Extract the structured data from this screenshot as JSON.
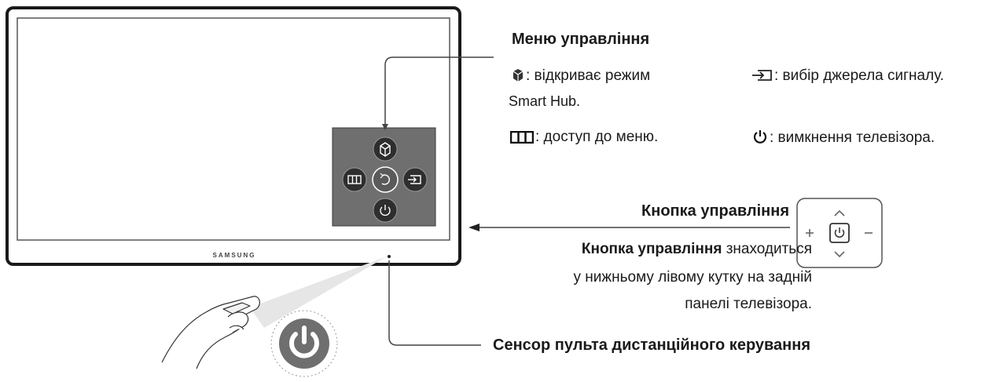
{
  "tv": {
    "brand": "SAMSUNG"
  },
  "control_menu": {
    "title": "Меню управління",
    "items": [
      {
        "icon": "smart-hub-icon",
        "text": ": відкриває режим",
        "text2": "Smart Hub."
      },
      {
        "icon": "source-icon",
        "text": ": вибір джерела сигналу."
      },
      {
        "icon": "menu-icon",
        "text": ": доступ до меню."
      },
      {
        "icon": "power-icon",
        "text": ": вимкнення телевізора."
      }
    ]
  },
  "control_button": {
    "label": "Кнопка управління",
    "desc_bold": "Кнопка управління",
    "desc_rest": " знаходиться",
    "desc_line2": "у нижньому лівому кутку на задній",
    "desc_line3": "панелі телевізора."
  },
  "remote_sensor": {
    "label": "Сенсор пульта дистанційного керування"
  },
  "colors": {
    "tv_frame": "#1a1a1a",
    "menu_panel": "#6f6f6f",
    "menu_button": "#2e2e2e",
    "line": "#444444"
  }
}
